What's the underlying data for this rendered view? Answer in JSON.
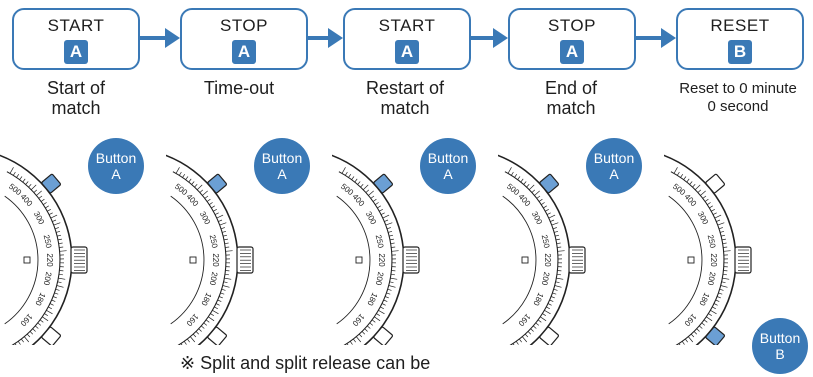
{
  "steps": [
    {
      "label": "START",
      "key": "A",
      "caption_line1": "Start of",
      "caption_line2": "match",
      "callout_line1": "Button",
      "callout_line2": "A"
    },
    {
      "label": "STOP",
      "key": "A",
      "caption_line1": "Time-out",
      "caption_line2": "",
      "callout_line1": "Button",
      "callout_line2": "A"
    },
    {
      "label": "START",
      "key": "A",
      "caption_line1": "Restart of",
      "caption_line2": "match",
      "callout_line1": "Button",
      "callout_line2": "A"
    },
    {
      "label": "STOP",
      "key": "A",
      "caption_line1": "End of",
      "caption_line2": "match",
      "callout_line1": "Button",
      "callout_line2": "A"
    },
    {
      "label": "RESET",
      "key": "B",
      "caption_line1": "Reset to 0 minute",
      "caption_line2": "0 second",
      "callout_line1": "Button",
      "callout_line2": "B"
    }
  ],
  "dial_numbers": [
    "500",
    "400",
    "300",
    "250",
    "220",
    "200",
    "180",
    "160"
  ],
  "footnote": "※ Split and split release can be",
  "colors": {
    "accent": "#3a79b6",
    "button_fill": "#6b9fd4",
    "line": "#222222"
  }
}
